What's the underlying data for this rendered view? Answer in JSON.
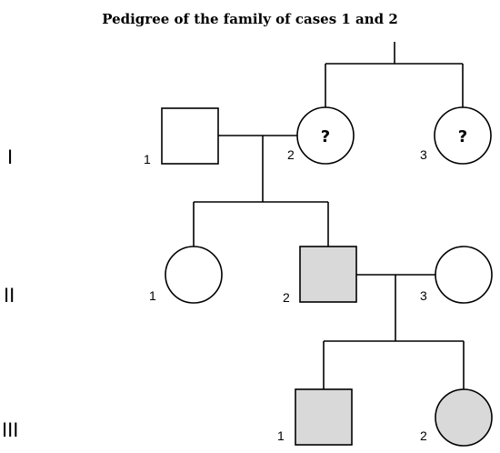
{
  "title": "Pedigree of the family of cases 1 and 2",
  "generations": [
    "I",
    "II",
    "III"
  ],
  "individuals": {
    "g1_1": {
      "label": "1",
      "sex": "male",
      "affected": false
    },
    "g1_2": {
      "label": "2",
      "sex": "female",
      "affected": false,
      "mark": "?"
    },
    "g1_3": {
      "label": "3",
      "sex": "female",
      "affected": false,
      "mark": "?"
    },
    "g2_1": {
      "label": "1",
      "sex": "female",
      "affected": false
    },
    "g2_2": {
      "label": "2",
      "sex": "male",
      "affected": true
    },
    "g2_3": {
      "label": "3",
      "sex": "female",
      "affected": false
    },
    "g3_1": {
      "label": "1",
      "sex": "male",
      "affected": true
    },
    "g3_2": {
      "label": "2",
      "sex": "female",
      "affected": true
    }
  },
  "colors": {
    "affected": "#d9d9d9",
    "unaffected": "#ffffff",
    "stroke": "#000000"
  }
}
